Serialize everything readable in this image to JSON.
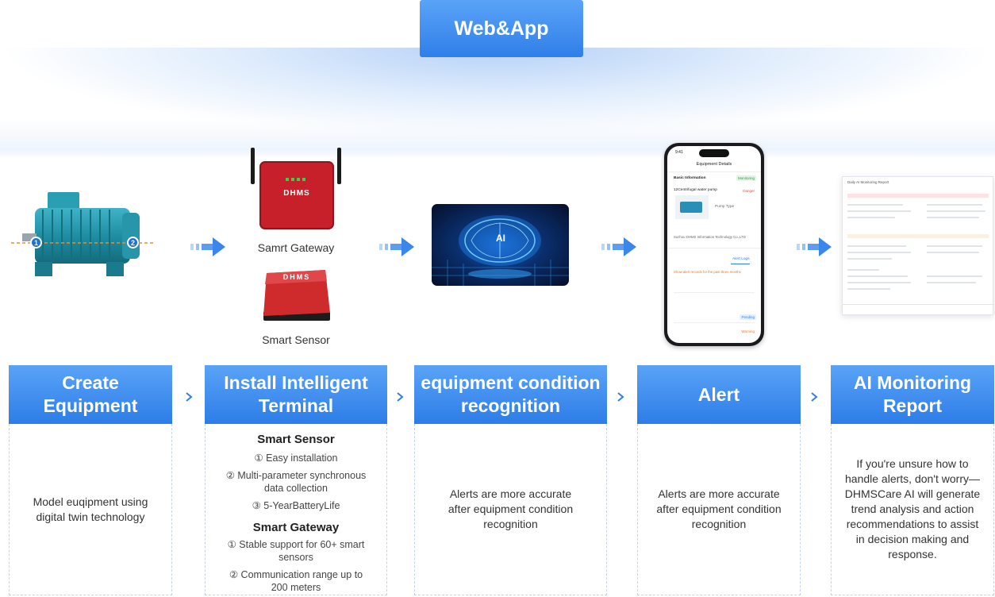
{
  "banner": {
    "title": "Web&App"
  },
  "pictures": {
    "gateway_caption": "Samrt Gateway",
    "sensor_caption": "Smart Sensor",
    "gateway_brand": "DHMS",
    "sensor_brand": "DHMS",
    "ai_label": "AI",
    "motor_markers": [
      "1",
      "2"
    ]
  },
  "phone": {
    "time": "9:41",
    "title": "Equipment Details",
    "section": "Basic Information",
    "status_badge": "Monitoring",
    "pump_name": "12Centrifugal water pump",
    "danger": "Danger",
    "pump_type": "Pump Type",
    "company": "Suzhou DHMS Information Technology Co.,LTD",
    "tab": "Alert Logs",
    "alert_note": "Show alert records for the past three months",
    "pending": "Pending",
    "warning": "Warning"
  },
  "report": {
    "title": "Daily AI Monitoring Report"
  },
  "steps": [
    {
      "title": "Create Equipment",
      "body": "Model euqipment using digital twin technology"
    },
    {
      "title": "Install Intelligent Terminal",
      "sensor_title": "Smart Sensor",
      "sensor_items": [
        "① Easy installation",
        "② Multi-parameter synchronous data collection",
        "③ 5-YearBatteryLife"
      ],
      "gateway_title": "Smart Gateway",
      "gateway_items": [
        "① Stable support for 60+ smart sensors",
        "② Communication range up to 200 meters"
      ]
    },
    {
      "title": "equipment condition recognition",
      "body": "Alerts are more accurate after equipment condition recognition"
    },
    {
      "title": "Alert",
      "body": "Alerts are more accurate after equipment condition recognition"
    },
    {
      "title": "AI Monitoring Report",
      "body": "If you're unsure how to handle alerts, don't worry—DHMSCare AI will generate trend analysis and action recommendations to assist in decision making and response."
    }
  ],
  "colors": {
    "accent": "#2f7fe9",
    "accent_light": "#5aa3f7",
    "danger": "#e54b4b",
    "gateway_red": "#c8202a"
  },
  "icons": [
    "chevron-right-icon",
    "arrow-right-icon"
  ]
}
